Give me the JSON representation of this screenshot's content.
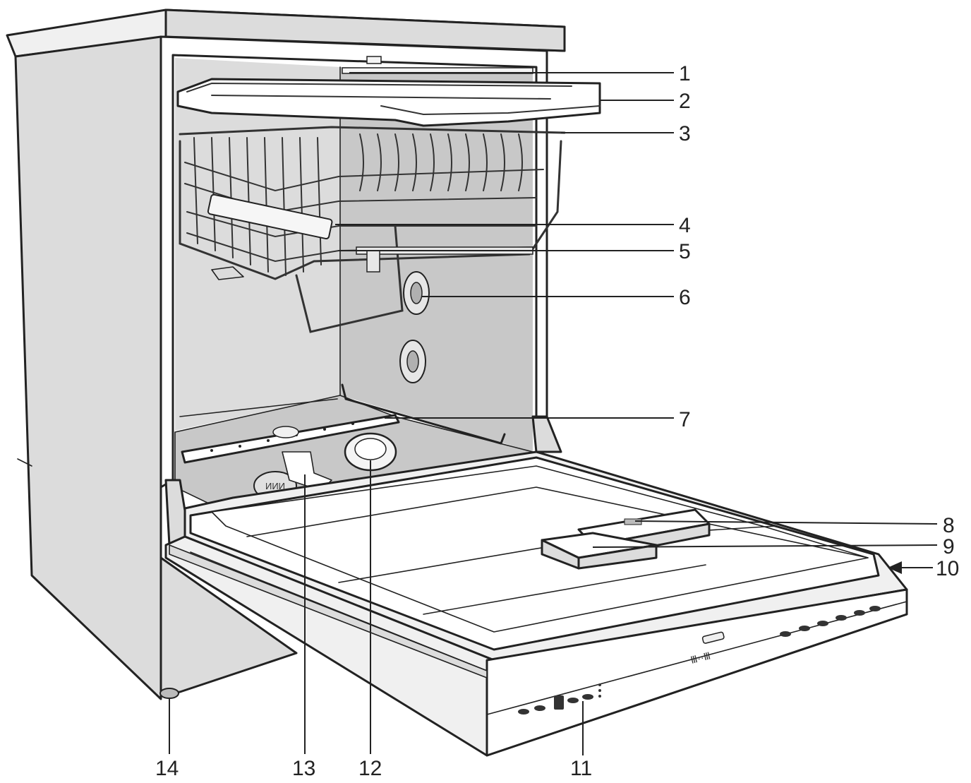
{
  "callouts": [
    {
      "id": "1",
      "label": "1"
    },
    {
      "id": "2",
      "label": "2"
    },
    {
      "id": "3",
      "label": "3"
    },
    {
      "id": "4",
      "label": "4"
    },
    {
      "id": "5",
      "label": "5"
    },
    {
      "id": "6",
      "label": "6"
    },
    {
      "id": "7",
      "label": "7"
    },
    {
      "id": "8",
      "label": "8"
    },
    {
      "id": "9",
      "label": "9"
    },
    {
      "id": "10",
      "label": "10"
    },
    {
      "id": "11",
      "label": "11"
    },
    {
      "id": "12",
      "label": "12"
    },
    {
      "id": "13",
      "label": "13"
    },
    {
      "id": "14",
      "label": "14"
    }
  ],
  "door_logo": "Ⅲ··Ⅲ",
  "filter_text": "ИИИ"
}
